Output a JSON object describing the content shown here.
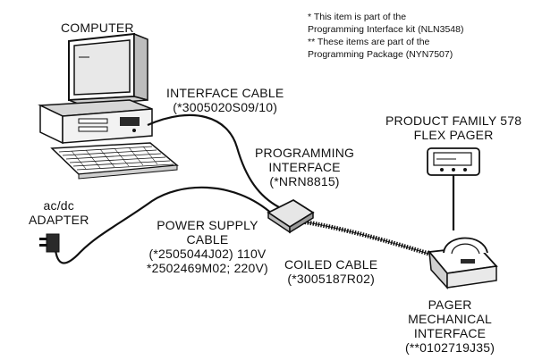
{
  "notes": {
    "kit_line1": "* This item is part of the",
    "kit_line2": "Programming Interface kit (NLN3548)",
    "package_line1": "** These items are part of the",
    "package_line2": "Programming Package (NYN7507)"
  },
  "labels": {
    "computer": "COMPUTER",
    "interface_cable": {
      "line1": "INTERFACE CABLE",
      "line2": "(*3005020S09/10)"
    },
    "pager": {
      "line1": "PRODUCT FAMILY 578",
      "line2": "FLEX PAGER"
    },
    "programming_interface": {
      "line1": "PROGRAMMING",
      "line2": "INTERFACE",
      "line3": "(*NRN8815)"
    },
    "adapter": {
      "line1": "ac/dc",
      "line2": "ADAPTER"
    },
    "power_supply_cable": {
      "line1": "POWER SUPPLY",
      "line2": "CABLE",
      "line3": "(*2505044J02) 110V",
      "line4": "*2502469M02; 220V)"
    },
    "coiled_cable": {
      "line1": "COILED CABLE",
      "line2": "(*3005187R02)"
    },
    "pager_mechanical_interface": {
      "line1": "PAGER",
      "line2": "MECHANICAL",
      "line3": "INTERFACE",
      "line4": "(**0102719J35)"
    }
  },
  "colors": {
    "ink": "#111111",
    "paper": "#ffffff",
    "shade": "#d8d8d8",
    "dark": "#2a2a2a"
  }
}
